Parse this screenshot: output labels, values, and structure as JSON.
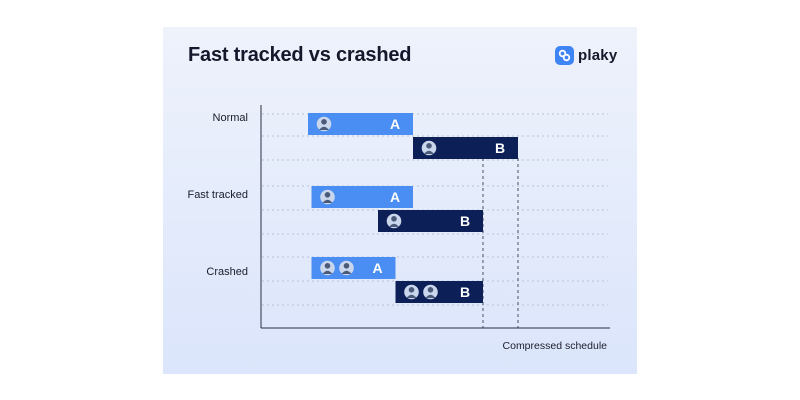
{
  "title": "Fast tracked vs crashed",
  "logo": {
    "text": "plaky"
  },
  "colors": {
    "task_a": "#4a8ef3",
    "task_b": "#0c1f57",
    "avatar_person": "#4c5a7a",
    "grid": "#b9c3d6"
  },
  "rows": [
    {
      "label": "Normal"
    },
    {
      "label": "Fast tracked"
    },
    {
      "label": "Crashed"
    }
  ],
  "bars": [
    {
      "row": 0,
      "task": "A",
      "start": 0,
      "end": 3.0,
      "avatars": 1
    },
    {
      "row": 0,
      "task": "B",
      "start": 3.0,
      "end": 6.0,
      "avatars": 1
    },
    {
      "row": 1,
      "task": "A",
      "start": 0.1,
      "end": 3.0,
      "avatars": 1
    },
    {
      "row": 1,
      "task": "B",
      "start": 2.0,
      "end": 5.0,
      "avatars": 1
    },
    {
      "row": 2,
      "task": "A",
      "start": 0.1,
      "end": 2.5,
      "avatars": 2
    },
    {
      "row": 2,
      "task": "B",
      "start": 2.5,
      "end": 5.0,
      "avatars": 2
    }
  ],
  "markers": [
    5.0,
    6.0
  ],
  "footer": "Compressed schedule"
}
